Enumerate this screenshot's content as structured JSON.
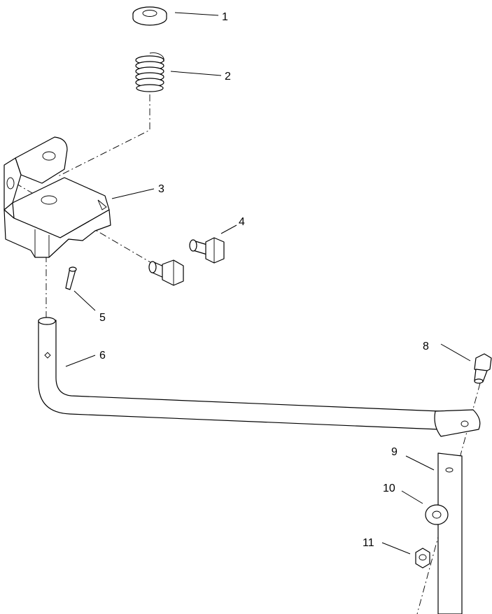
{
  "callouts": [
    {
      "id": "1",
      "label": "1"
    },
    {
      "id": "2",
      "label": "2"
    },
    {
      "id": "3",
      "label": "3"
    },
    {
      "id": "4",
      "label": "4"
    },
    {
      "id": "5",
      "label": "5"
    },
    {
      "id": "6",
      "label": "6"
    },
    {
      "id": "8",
      "label": "8"
    },
    {
      "id": "9",
      "label": "9"
    },
    {
      "id": "10",
      "label": "10"
    },
    {
      "id": "11",
      "label": "11"
    }
  ]
}
